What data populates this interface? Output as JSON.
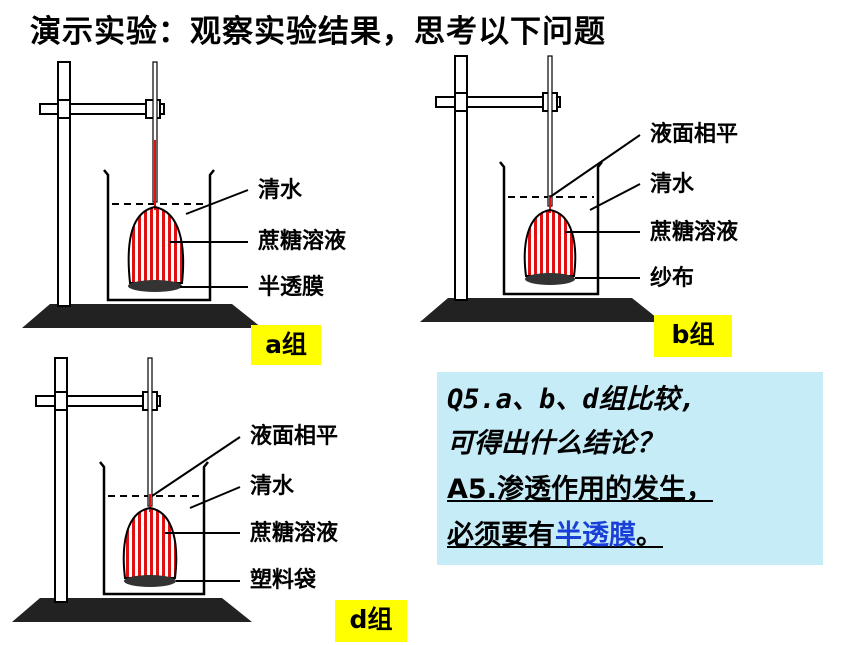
{
  "title": "演示实验：观察实验结果，思考以下问题",
  "groups": {
    "a": {
      "tag": "a组",
      "labels": [
        "清水",
        "蔗糖溶液",
        "半透膜"
      ]
    },
    "b": {
      "tag": "b组",
      "labels": [
        "液面相平",
        "清水",
        "蔗糖溶液",
        "纱布"
      ]
    },
    "d": {
      "tag": "d组",
      "labels": [
        "液面相平",
        "清水",
        "蔗糖溶液",
        "塑料袋"
      ]
    }
  },
  "qa": {
    "q_line1": "Q5.a、b、d组比较,",
    "q_line2": "可得出什么结论？",
    "a_line1": "A5.渗透作用的发生，",
    "a_line2_prefix": "必须要有",
    "a_line2_highlight": "半透膜",
    "a_line2_suffix": "。"
  },
  "colors": {
    "tag_bg": "#ffff00",
    "qa_bg": "#c6ecf7",
    "highlight": "#1a3fd6",
    "tube": "#e01010"
  }
}
